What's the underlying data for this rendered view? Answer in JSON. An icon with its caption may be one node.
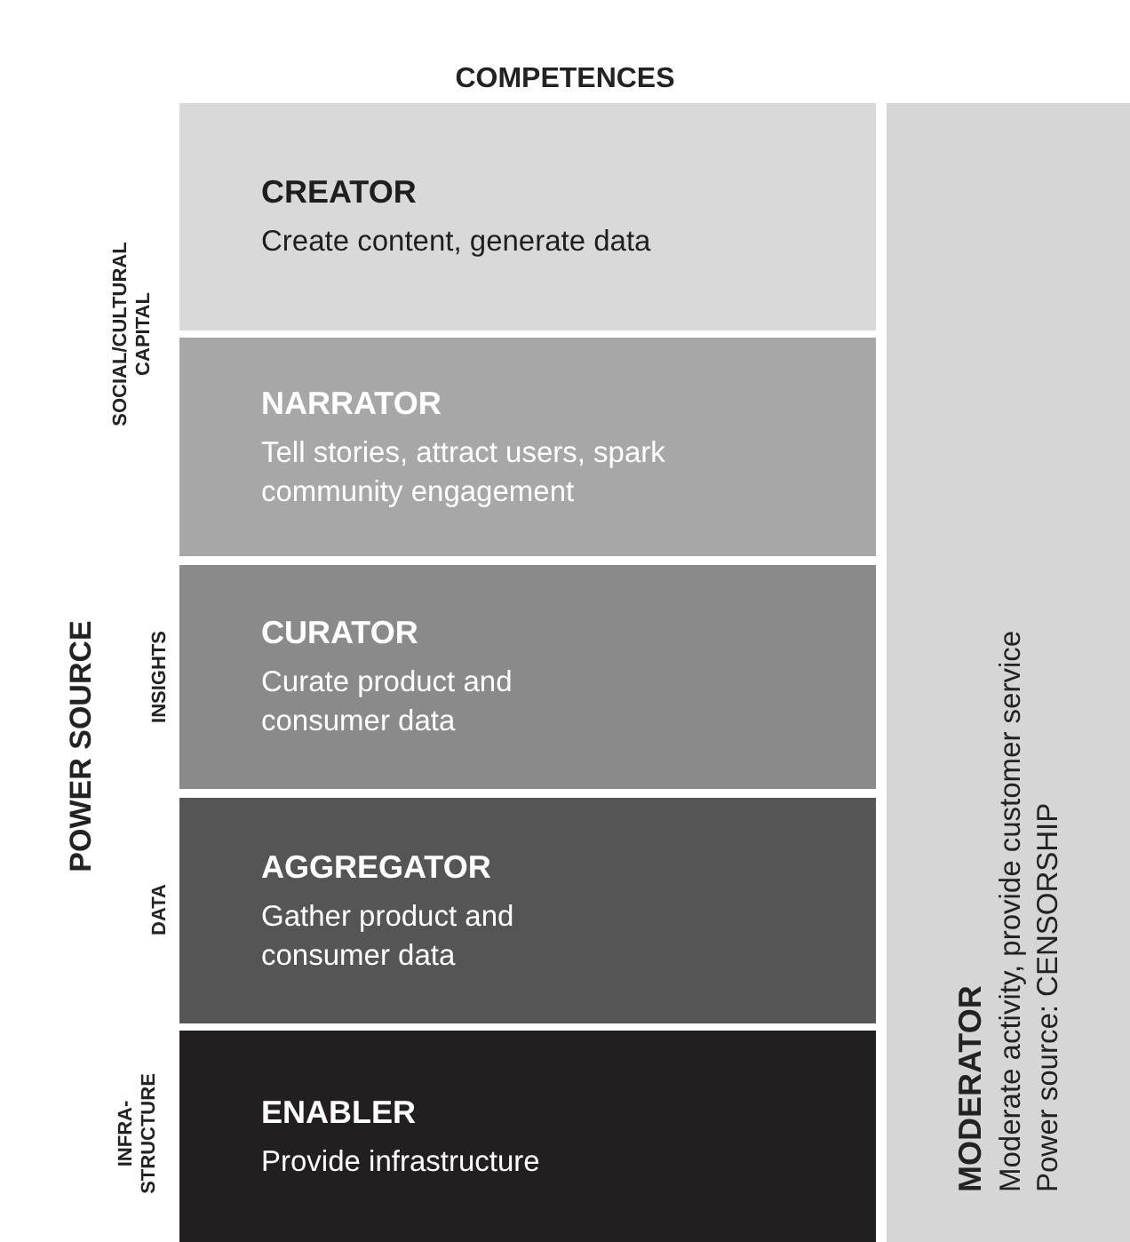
{
  "diagram": {
    "title": "COMPETENCES",
    "nodes": [
      {
        "text": [
          "CREATOR",
          "Create content, generate data"
        ]
      },
      {
        "text": [
          "NARRATOR",
          "Tell stories, attract users, spark community engagement"
        ]
      },
      {
        "text": [
          "CURATOR",
          "Curate product and consumer data"
        ]
      },
      {
        "text": [
          "AGGREGATOR",
          "Gather product and consumer data"
        ]
      },
      {
        "text": [
          "ENABLER",
          "Provide infrastructure"
        ]
      },
      {
        "text": [
          "MODERATOR",
          "Moderate activity, provide customer service",
          "Power source: CENSORSHIP"
        ]
      }
    ],
    "labels": [
      "POWER SOURCE",
      "SOCIAL/CULTURAL CAPITAL",
      "INSIGHTS",
      "DATA",
      "INFRA-STRUCTURE"
    ]
  }
}
